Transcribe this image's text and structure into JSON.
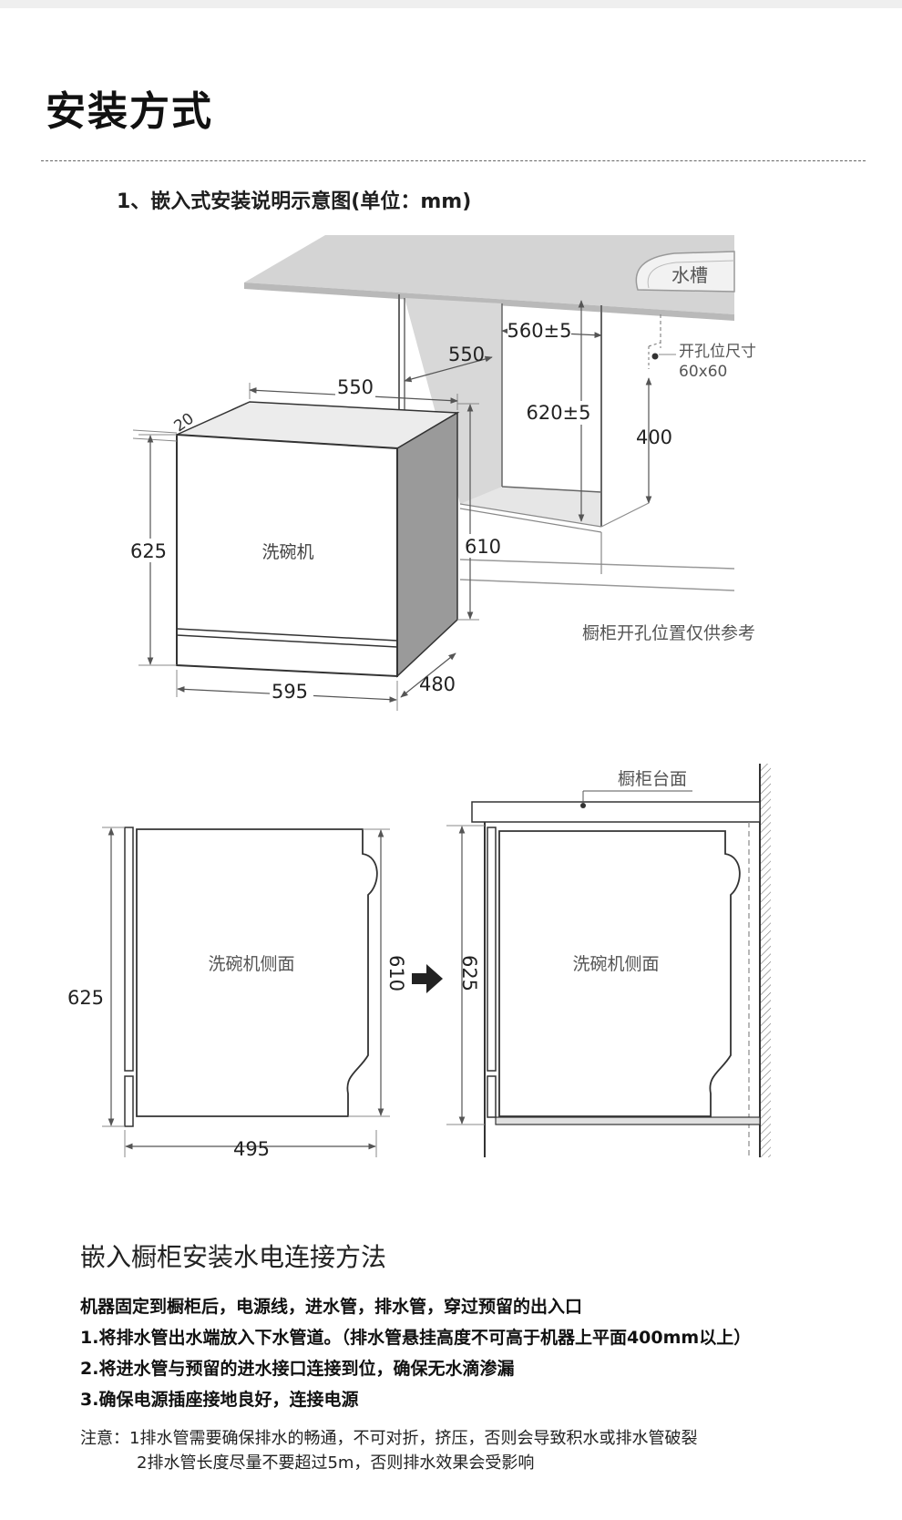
{
  "page": {
    "title": "安装方式",
    "subtitle": "1、嵌入式安装说明示意图(单位：mm)"
  },
  "diagram": {
    "top_view": {
      "sink_label": "水槽",
      "hole_label_line1": "开孔位尺寸",
      "hole_label_line2": "60x60",
      "cabinet_note": "橱柜开孔位置仅供参考",
      "appliance_label": "洗碗机",
      "dim_niche_width": "560±5",
      "dim_niche_depth": "550",
      "dim_niche_height": "620±5",
      "dim_hole_height": "400",
      "dim_top_depth": "550",
      "dim_offset": "20",
      "dim_front_height": "625",
      "dim_side_height": "610",
      "dim_width": "595",
      "dim_depth": "480"
    },
    "side_view": {
      "counter_label": "橱柜台面",
      "left_label": "洗碗机侧面",
      "right_label": "洗碗机侧面",
      "dim_left_height": "625",
      "dim_left_inner": "610",
      "dim_right_height": "625",
      "dim_bottom": "495"
    }
  },
  "connection": {
    "heading": "嵌入橱柜安装水电连接方法",
    "steps": [
      "机器固定到橱柜后，电源线，进水管，排水管，穿过预留的出入口",
      "1.将排水管出水端放入下水管道。（排水管悬挂高度不可高于机器上平面400mm以上）",
      "2.将进水管与预留的进水接口连接到位，确保无水滴渗漏",
      "3.确保电源插座接地良好，连接电源"
    ],
    "notes": [
      "注意：1排水管需要确保排水的畅通，不可对折，挤压，否则会导致积水或排水管破裂",
      "2排水管长度尽量不要超过5m，否则排水效果会受影响"
    ]
  }
}
